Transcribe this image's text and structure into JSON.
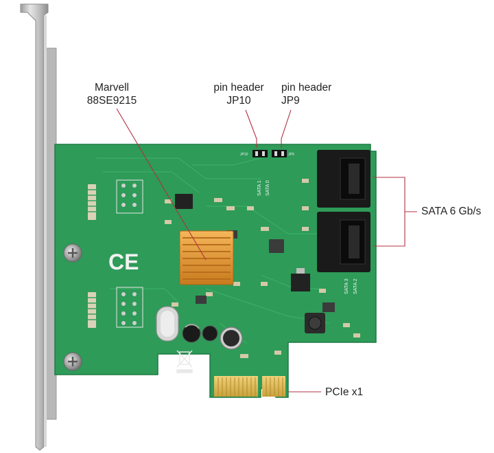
{
  "callouts": {
    "marvell": {
      "line1": "Marvell",
      "line2": "88SE9215"
    },
    "jp10": {
      "line1": "pin header",
      "line2": "JP10"
    },
    "jp9": {
      "line1": "pin header",
      "line2": "JP9"
    },
    "sata": {
      "text": "SATA 6 Gb/s"
    },
    "pcie": {
      "text": "PCIe x1"
    }
  },
  "silkscreen": {
    "ce_mark": "CE",
    "sata_1": "SATA 1",
    "sata_0": "SATA 0",
    "sata_3": "SATA 3",
    "sata_2": "SATA 2",
    "jp10_ref": "JP10",
    "jp9_ref": "JP9"
  },
  "colors": {
    "pcb": "#2e9b58",
    "heatsink": "#e0952d",
    "sata_port": "#1a1a1a",
    "bracket": "#c8c8c8",
    "callout_line": "#b03040"
  }
}
